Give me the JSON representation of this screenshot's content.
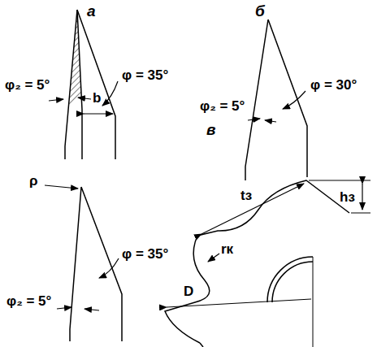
{
  "diagram": {
    "labels": [
      "а",
      "б",
      "в",
      "φ = 35°",
      "φ₂ = 5°",
      "b",
      "φ = 30°",
      "φ₂ = 5°",
      "ρ",
      "φ = 35°",
      "φ₂ = 5°",
      "tз",
      "hз",
      "rк",
      "D"
    ]
  }
}
